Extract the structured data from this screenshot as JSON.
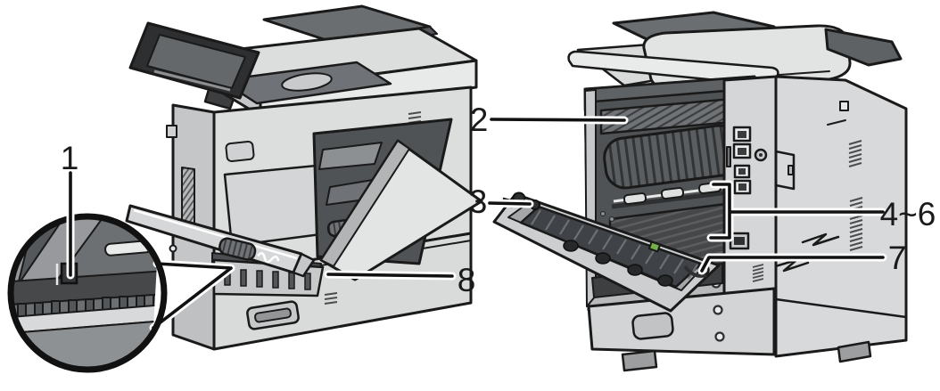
{
  "figure": {
    "background": "#ffffff",
    "description": "Printer diagram: front view with open front cover and magnified detail circle (left), rear view with open rear cover showing fuser and rollers (right)"
  },
  "colors": {
    "background": "#ffffff",
    "outline": "#1a1a1a",
    "body_light": "#dcdddd",
    "body_mid": "#c5c6c7",
    "panel_dark": "#6b6e71",
    "interior_dark": "#505356",
    "screen": "#64686b",
    "accent_green": "#74b04a",
    "label": "#1a1a1a"
  },
  "callouts": [
    {
      "label": "1",
      "view": "left"
    },
    {
      "label": "2",
      "view": "right"
    },
    {
      "label": "3",
      "view": "right"
    },
    {
      "label": "4~6",
      "view": "right"
    },
    {
      "label": "7",
      "view": "right"
    },
    {
      "label": "8",
      "view": "left"
    }
  ]
}
